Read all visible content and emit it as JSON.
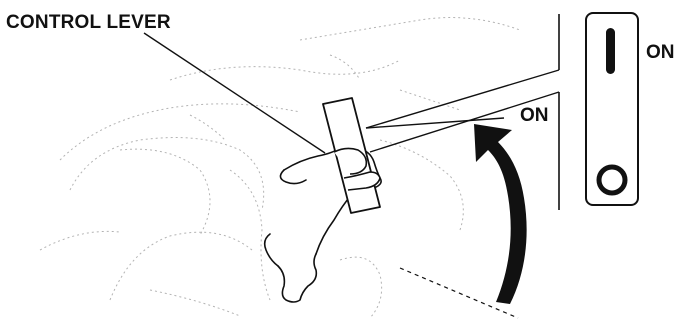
{
  "labels": {
    "control_lever": "CONTROL LEVER",
    "lever_on": "ON",
    "switch_on": "ON"
  },
  "switch_positions": {
    "on_symbol": "I",
    "off_symbol": "O"
  },
  "colors": {
    "ink": "#111111",
    "background": "#ffffff",
    "sketch": "#9a9a9a"
  }
}
